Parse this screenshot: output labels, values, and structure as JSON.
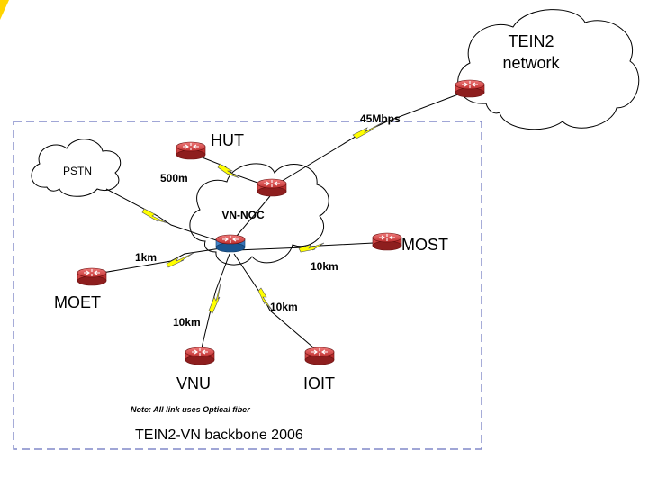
{
  "diagram": {
    "title": "TEIN2-VN backbone 2006",
    "note": "Note: All link uses Optical fiber",
    "clouds": {
      "tein2": [
        "TEIN2",
        "network"
      ],
      "vnnoc": "VN-NOC",
      "pstn": "PSTN"
    },
    "nodes": {
      "hut": "HUT",
      "most": "MOST",
      "moet": "MOET",
      "vnu": "VNU",
      "ioit": "IOIT"
    },
    "links": {
      "tein2_vnnoc": "45Mbps",
      "hut_vnnoc": "500m",
      "moet_hub": "1km",
      "most_hub": "10km",
      "vnu_hub": "10km",
      "ioit_hub": "10km"
    },
    "colors": {
      "boundary": "#8088c8",
      "link_bolt": "#ffff00",
      "router_top": "#e65a5a",
      "router_body": "#c03030",
      "router_vnnoc_body": "#2a6fb0",
      "corner_mark": "#ffd400"
    }
  }
}
